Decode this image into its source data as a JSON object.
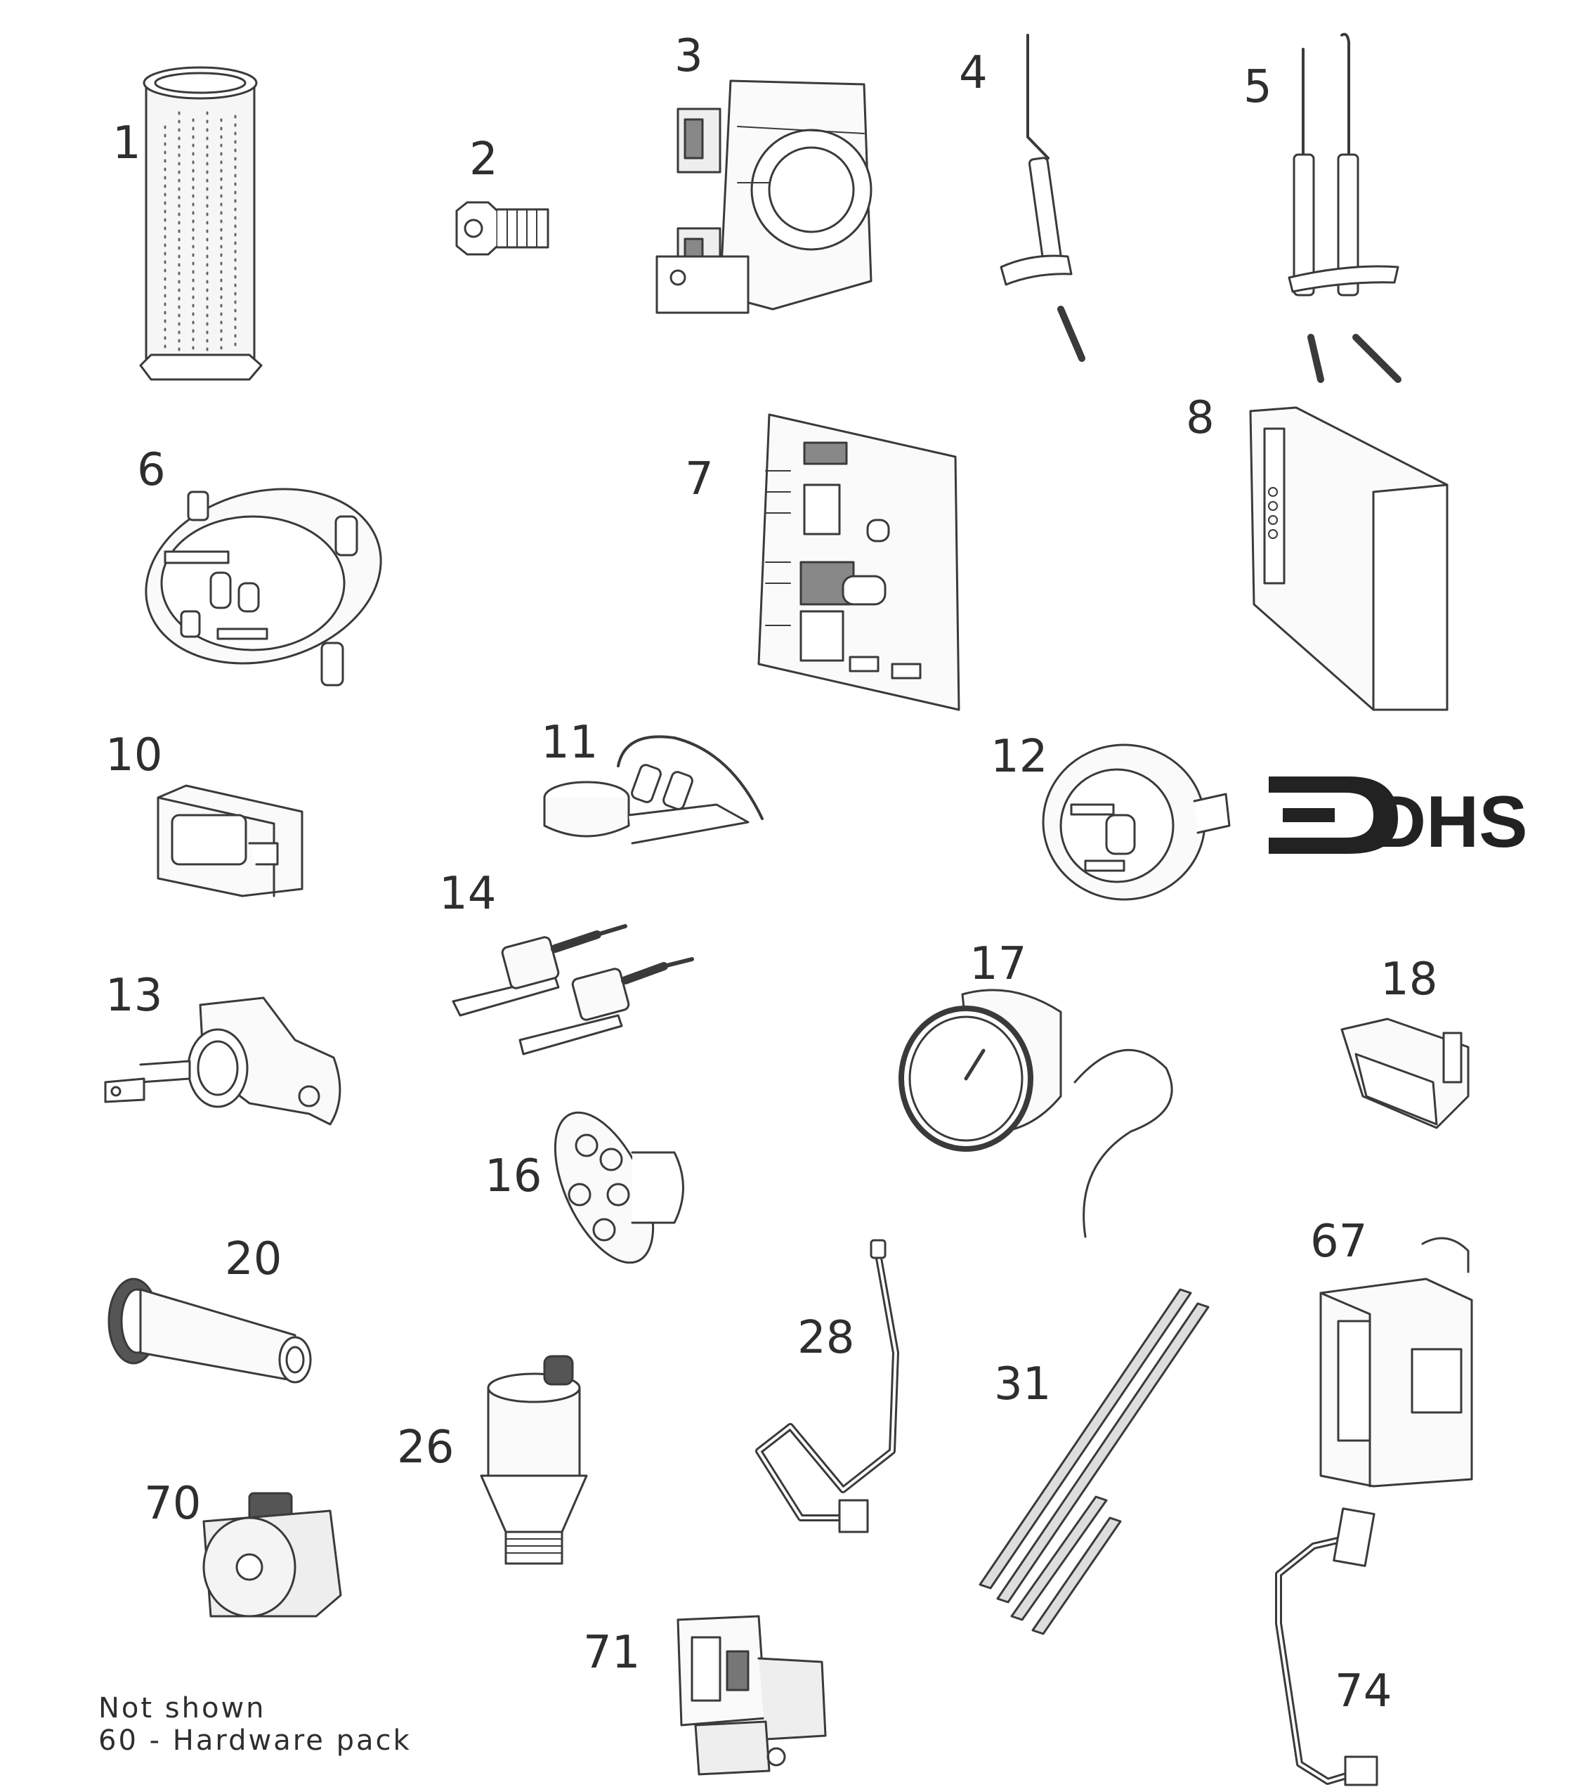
{
  "parts": [
    {
      "number": "1",
      "icon": "filter-tube-icon"
    },
    {
      "number": "2",
      "icon": "injector-nozzle-icon"
    },
    {
      "number": "3",
      "icon": "gas-valve-icon"
    },
    {
      "number": "4",
      "icon": "flame-sensor-electrode-icon"
    },
    {
      "number": "5",
      "icon": "ignition-electrode-pair-icon"
    },
    {
      "number": "6",
      "icon": "pressure-switch-icon"
    },
    {
      "number": "7",
      "icon": "main-control-board-icon"
    },
    {
      "number": "8",
      "icon": "ignition-control-board-icon"
    },
    {
      "number": "10",
      "icon": "connector-block-icon"
    },
    {
      "number": "11",
      "icon": "overheat-thermostat-icon"
    },
    {
      "number": "12",
      "icon": "air-pressure-switch-icon"
    },
    {
      "number": "13",
      "icon": "limit-thermostat-icon"
    },
    {
      "number": "14",
      "icon": "temperature-sensors-icon"
    },
    {
      "number": "16",
      "icon": "control-knob-icon"
    },
    {
      "number": "17",
      "icon": "pressure-gauge-icon"
    },
    {
      "number": "18",
      "icon": "rocker-switch-icon"
    },
    {
      "number": "20",
      "icon": "sight-tube-icon"
    },
    {
      "number": "26",
      "icon": "automatic-air-vent-icon"
    },
    {
      "number": "28",
      "icon": "pilot-tube-icon"
    },
    {
      "number": "31",
      "icon": "gasket-strips-icon"
    },
    {
      "number": "67",
      "icon": "transformer-icon"
    },
    {
      "number": "70",
      "icon": "solenoid-coil-icon"
    },
    {
      "number": "71",
      "icon": "valve-connector-icon"
    },
    {
      "number": "74",
      "icon": "pipe-bracket-icon"
    }
  ],
  "logo": {
    "text": "DHS",
    "icon": "dhs-logo-icon"
  },
  "note": {
    "line1": "Not shown",
    "line2": "60 - Hardware pack"
  }
}
